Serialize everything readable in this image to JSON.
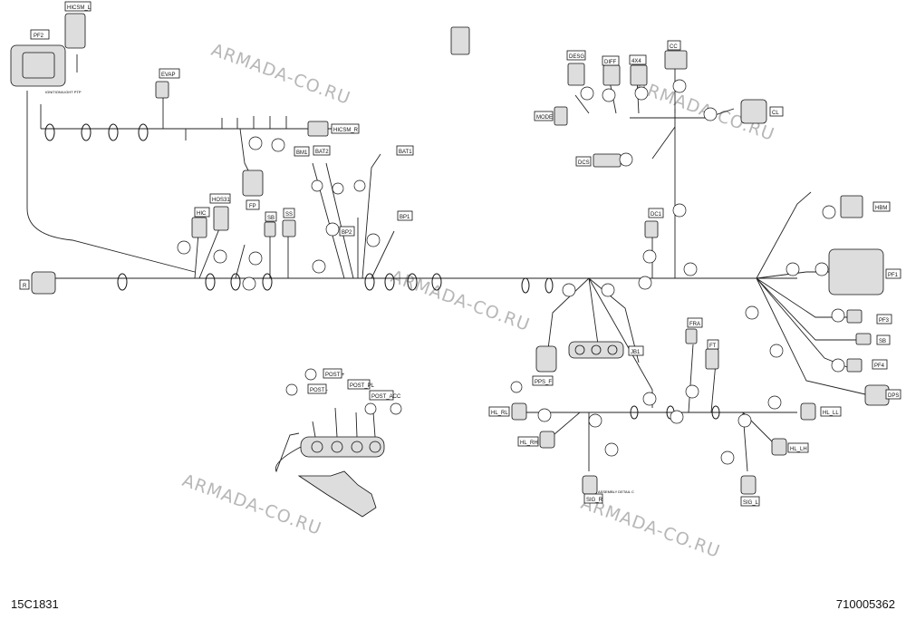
{
  "watermark": "ARMADA-CO.RU",
  "footer": {
    "left_code": "15C1831",
    "right_code": "710005362"
  },
  "connectors": {
    "pf2": "PF2",
    "hicsm_l": "HICSM_L",
    "evap": "EVAP",
    "hicsm_r": "HICSM_R",
    "fp": "FP",
    "hic": "HIC",
    "hos31": "HOS31",
    "sb": "SB",
    "ss": "SS",
    "bm1": "BM1",
    "bat2": "BAT2",
    "bat1": "BAT1",
    "bp2": "BP2",
    "bp1": "BP1",
    "r": "R",
    "desg": "DESG",
    "diff": "DIFF",
    "fourx4": "4X4",
    "cc": "CC",
    "mode": "MODE",
    "cl": "CL",
    "dcs": "DCS",
    "dc1": "DC1",
    "hbm": "HBM",
    "pf1": "PF1",
    "pf3": "PF3",
    "sb2": "SB",
    "pf4": "PF4",
    "dps": "DPS",
    "jb1": "JB1",
    "pps_f": "PPS_F",
    "fra": "FRA",
    "ft": "FT",
    "hl_rl": "HL_RL",
    "hl_rh": "HL_RH",
    "hl_ll": "HL_LL",
    "hl_lh": "HL_LH",
    "sig_r": "SIG_R",
    "sig_l": "SIG_L",
    "post_plus": "POST +",
    "post_minus": "POST -",
    "post_pl": "POST_PL",
    "post_acc": "POST_ACC"
  },
  "notes": {
    "ground_note": "IGNITION/LIGHT PTP",
    "detail_note": "ASSEMBLY DETAIL C"
  }
}
